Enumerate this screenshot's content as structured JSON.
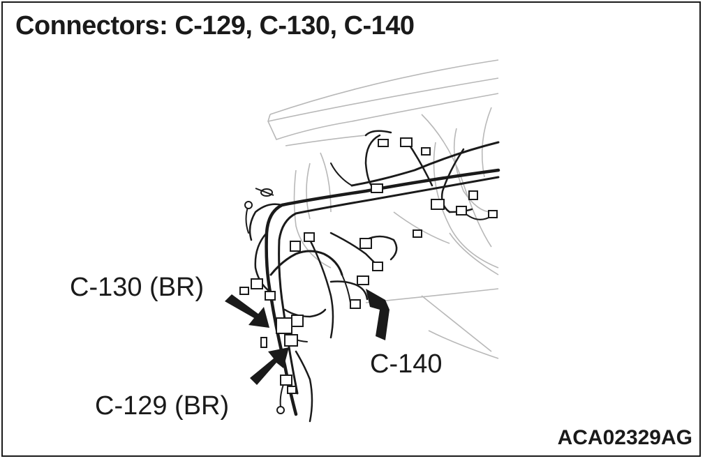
{
  "title": "Connectors: C-129, C-130, C-140",
  "figure_id": "ACA02329AG",
  "callouts": [
    {
      "label": "C-130 (BR)"
    },
    {
      "label": "C-129 (BR)"
    },
    {
      "label": "C-140"
    }
  ],
  "colors": {
    "line": "#1a1a1a",
    "faint": "#b0b0b0",
    "background": "#ffffff"
  }
}
